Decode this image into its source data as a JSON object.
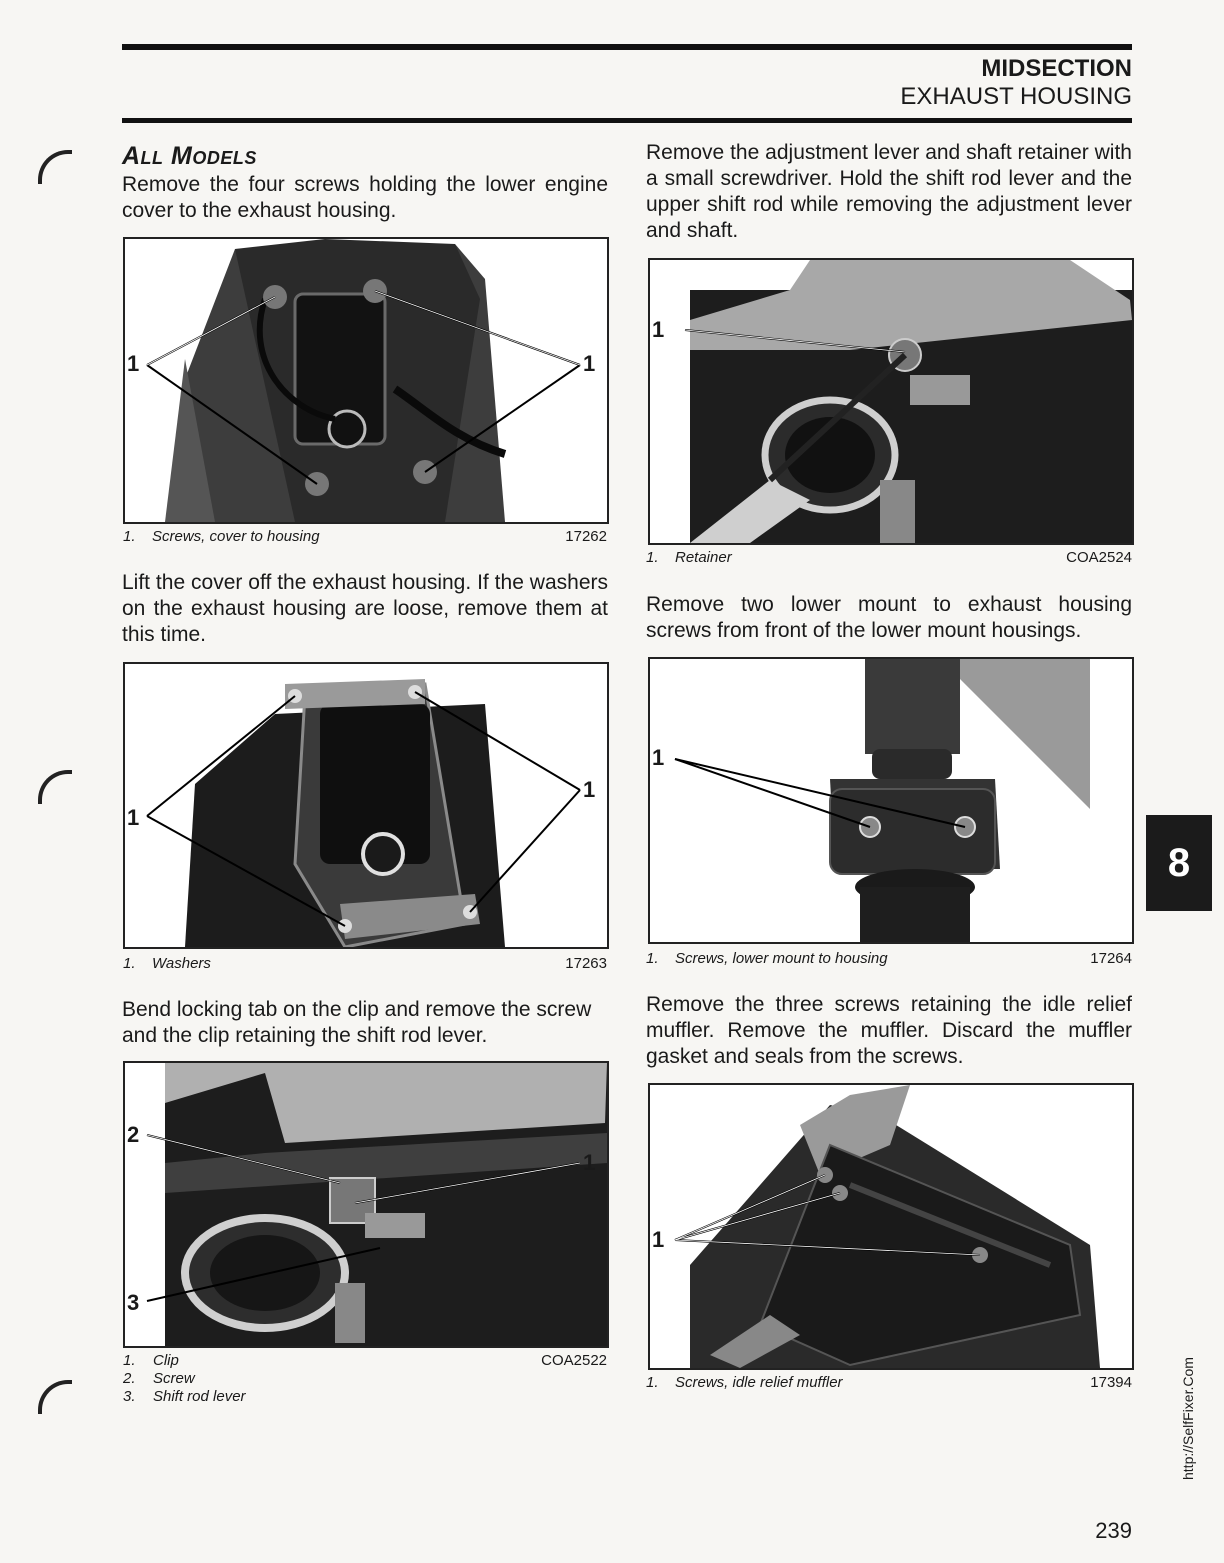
{
  "header": {
    "section": "MIDSECTION",
    "subsection": "EXHAUST HOUSING"
  },
  "section_title": "All Models",
  "paragraphs": {
    "p1": "Remove the four screws holding the lower engine cover to the exhaust housing.",
    "p2": "Lift the cover off the exhaust housing. If the washers on the exhaust housing are loose, remove them at this time.",
    "p3": "Bend locking tab on the clip and remove the screw and the clip retaining the shift rod lever.",
    "p4": "Remove the adjustment lever and shaft retainer with a small screwdriver. Hold the shift rod lever and the upper shift rod while removing the adjustment lever and shaft.",
    "p5": "Remove two lower mount to exhaust housing screws from front of the lower mount housings.",
    "p6": "Remove the three screws retaining the idle relief muffler. Remove the muffler. Discard the muffler gasket and seals from the screws."
  },
  "figures": {
    "f1": {
      "callouts": [
        "1",
        "1"
      ],
      "caption_num": "1.",
      "caption": "Screws, cover to housing",
      "code": "17262"
    },
    "f2": {
      "callouts": [
        "1",
        "1"
      ],
      "caption_num": "1.",
      "caption": "Washers",
      "code": "17263"
    },
    "f3": {
      "callouts": [
        "2",
        "1",
        "3"
      ],
      "code": "COA2522",
      "captions": [
        {
          "num": "1.",
          "text": "Clip"
        },
        {
          "num": "2.",
          "text": "Screw"
        },
        {
          "num": "3.",
          "text": "Shift rod lever"
        }
      ]
    },
    "f4": {
      "callouts": [
        "1"
      ],
      "caption_num": "1.",
      "caption": "Retainer",
      "code": "COA2524"
    },
    "f5": {
      "callouts": [
        "1"
      ],
      "caption_num": "1.",
      "caption": "Screws, lower mount to housing",
      "code": "17264"
    },
    "f6": {
      "callouts": [
        "1"
      ],
      "caption_num": "1.",
      "caption": "Screws, idle relief muffler",
      "code": "17394"
    }
  },
  "chapter_tab": "8",
  "page_number": "239",
  "side_url": "http://SelfFixer.Com"
}
